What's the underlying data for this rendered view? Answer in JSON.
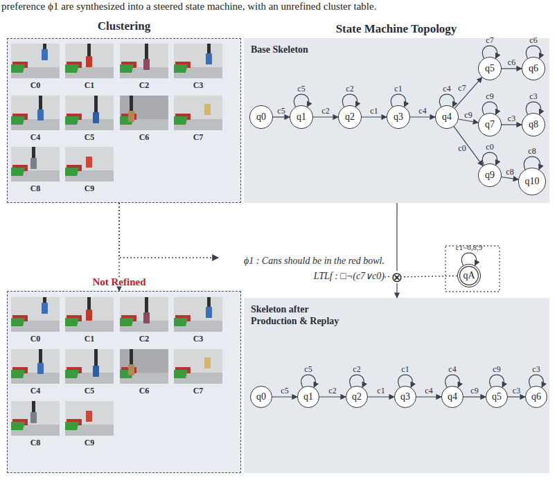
{
  "diagram": {
    "caption": "preference ϕ1 are synthesized into a steered state machine, with an unrefined cluster table.",
    "nodes": [
      {
        "text": [
          "Clustering"
        ]
      },
      {
        "text": [
          "C0"
        ],
        "in": 0
      },
      {
        "text": [
          "C1"
        ],
        "in": 0
      },
      {
        "text": [
          "C2"
        ],
        "in": 0
      },
      {
        "text": [
          "C3"
        ],
        "in": 0
      },
      {
        "text": [
          "C4"
        ],
        "in": 0
      },
      {
        "text": [
          "C5"
        ],
        "in": 0
      },
      {
        "text": [
          "C6"
        ],
        "in": 0
      },
      {
        "text": [
          "C7"
        ],
        "in": 0
      },
      {
        "text": [
          "C8"
        ],
        "in": 0
      },
      {
        "text": [
          "C9"
        ],
        "in": 0
      },
      {
        "text": [
          "Base Skeleton"
        ]
      },
      {
        "text": [
          "q0"
        ],
        "in": 11
      },
      {
        "text": [
          "q1"
        ],
        "in": 11
      },
      {
        "text": [
          "q2"
        ],
        "in": 11
      },
      {
        "text": [
          "q3"
        ],
        "in": 11
      },
      {
        "text": [
          "q4"
        ],
        "in": 11
      },
      {
        "text": [
          "q5"
        ],
        "in": 11
      },
      {
        "text": [
          "q6"
        ],
        "in": 11
      },
      {
        "text": [
          "q7"
        ],
        "in": 11
      },
      {
        "text": [
          "q8"
        ],
        "in": 11
      },
      {
        "text": [
          "q9"
        ],
        "in": 11
      },
      {
        "text": [
          "q10"
        ],
        "in": 11
      },
      {
        "text": [
          "ϕ1 : Cans should be in the red bowl.",
          "LTLf : □¬(c7∨c0)"
        ]
      },
      {
        "text": [
          "⊗"
        ]
      },
      {
        "text": [
          "qA"
        ]
      },
      {
        "text": []
      },
      {
        "text": [
          "C0"
        ],
        "in": 26
      },
      {
        "text": [
          "C1"
        ],
        "in": 26
      },
      {
        "text": [
          "C2"
        ],
        "in": 26
      },
      {
        "text": [
          "C3"
        ],
        "in": 26
      },
      {
        "text": [
          "C4"
        ],
        "in": 26
      },
      {
        "text": [
          "C5"
        ],
        "in": 26
      },
      {
        "text": [
          "C6"
        ],
        "in": 26
      },
      {
        "text": [
          "C7"
        ],
        "in": 26
      },
      {
        "text": [
          "C8"
        ],
        "in": 26
      },
      {
        "text": [
          "C9"
        ],
        "in": 26
      },
      {
        "text": [
          "Skeleton after Production & Replay"
        ]
      },
      {
        "text": [
          "q0"
        ],
        "in": 37
      },
      {
        "text": [
          "q1"
        ],
        "in": 37
      },
      {
        "text": [
          "q2"
        ],
        "in": 37
      },
      {
        "text": [
          "q3"
        ],
        "in": 37
      },
      {
        "text": [
          "q4"
        ],
        "in": 37
      },
      {
        "text": [
          "q5"
        ],
        "in": 37
      },
      {
        "text": [
          "q6"
        ],
        "in": 37
      }
    ],
    "edges": [
      {
        "from": 12,
        "to": 13,
        "label": "c5",
        "arrow": "to"
      },
      {
        "from": 13,
        "to": 14,
        "label": "c2",
        "arrow": "to"
      },
      {
        "from": 14,
        "to": 15,
        "label": "c1",
        "arrow": "to"
      },
      {
        "from": 15,
        "to": 16,
        "label": "c4",
        "arrow": "to"
      },
      {
        "from": 16,
        "to": 17,
        "label": "c7",
        "arrow": "to"
      },
      {
        "from": 17,
        "to": 18,
        "label": "c6",
        "arrow": "to"
      },
      {
        "from": 16,
        "to": 19,
        "label": "c9",
        "arrow": "to"
      },
      {
        "from": 19,
        "to": 20,
        "label": "c3",
        "arrow": "to"
      },
      {
        "from": 16,
        "to": 21,
        "label": "c0",
        "arrow": "to"
      },
      {
        "from": 21,
        "to": 22,
        "label": "c8",
        "arrow": "to"
      },
      {
        "from": 13,
        "to": 13,
        "label": "c5",
        "arrow": "to"
      },
      {
        "from": 14,
        "to": 14,
        "label": "c2",
        "arrow": "to"
      },
      {
        "from": 15,
        "to": 15,
        "label": "c1",
        "arrow": "to"
      },
      {
        "from": 16,
        "to": 16,
        "label": "c4",
        "arrow": "to"
      },
      {
        "from": 17,
        "to": 17,
        "label": "c7",
        "arrow": "to"
      },
      {
        "from": 18,
        "to": 18,
        "label": "c6",
        "arrow": "to"
      },
      {
        "from": 19,
        "to": 19,
        "label": "c9",
        "arrow": "to"
      },
      {
        "from": 20,
        "to": 20,
        "label": "c3",
        "arrow": "to"
      },
      {
        "from": 21,
        "to": 21,
        "label": "c0",
        "arrow": "to"
      },
      {
        "from": 22,
        "to": 22,
        "label": "c8",
        "arrow": "to"
      },
      {
        "from": 0,
        "to": 26,
        "label": "Not Refined",
        "arrow": "to"
      },
      {
        "from": 0,
        "to": 23,
        "arrow": "to"
      },
      {
        "from": 11,
        "to": 24,
        "arrow": "none"
      },
      {
        "from": 24,
        "to": 37,
        "arrow": "to"
      },
      {
        "from": 23,
        "to": 24,
        "arrow": "none"
      },
      {
        "from": 25,
        "to": 24,
        "arrow": "none"
      },
      {
        "from": 25,
        "to": 25,
        "label": "c1~6,8,9",
        "arrow": "to"
      },
      {
        "from": 38,
        "to": 39,
        "label": "c5",
        "arrow": "to"
      },
      {
        "from": 39,
        "to": 40,
        "label": "c2",
        "arrow": "to"
      },
      {
        "from": 40,
        "to": 41,
        "label": "c1",
        "arrow": "to"
      },
      {
        "from": 41,
        "to": 42,
        "label": "c4",
        "arrow": "to"
      },
      {
        "from": 42,
        "to": 43,
        "label": "c9",
        "arrow": "to"
      },
      {
        "from": 43,
        "to": 44,
        "label": "c3",
        "arrow": "to"
      },
      {
        "from": 39,
        "to": 39,
        "label": "c5",
        "arrow": "to"
      },
      {
        "from": 40,
        "to": 40,
        "label": "c2",
        "arrow": "to"
      },
      {
        "from": 41,
        "to": 41,
        "label": "c1",
        "arrow": "to"
      },
      {
        "from": 42,
        "to": 42,
        "label": "c4",
        "arrow": "to"
      },
      {
        "from": 43,
        "to": 43,
        "label": "c9",
        "arrow": "to"
      },
      {
        "from": 44,
        "to": 44,
        "label": "c3",
        "arrow": "to"
      }
    ],
    "labels": [
      "State Machine Topology"
    ]
  }
}
